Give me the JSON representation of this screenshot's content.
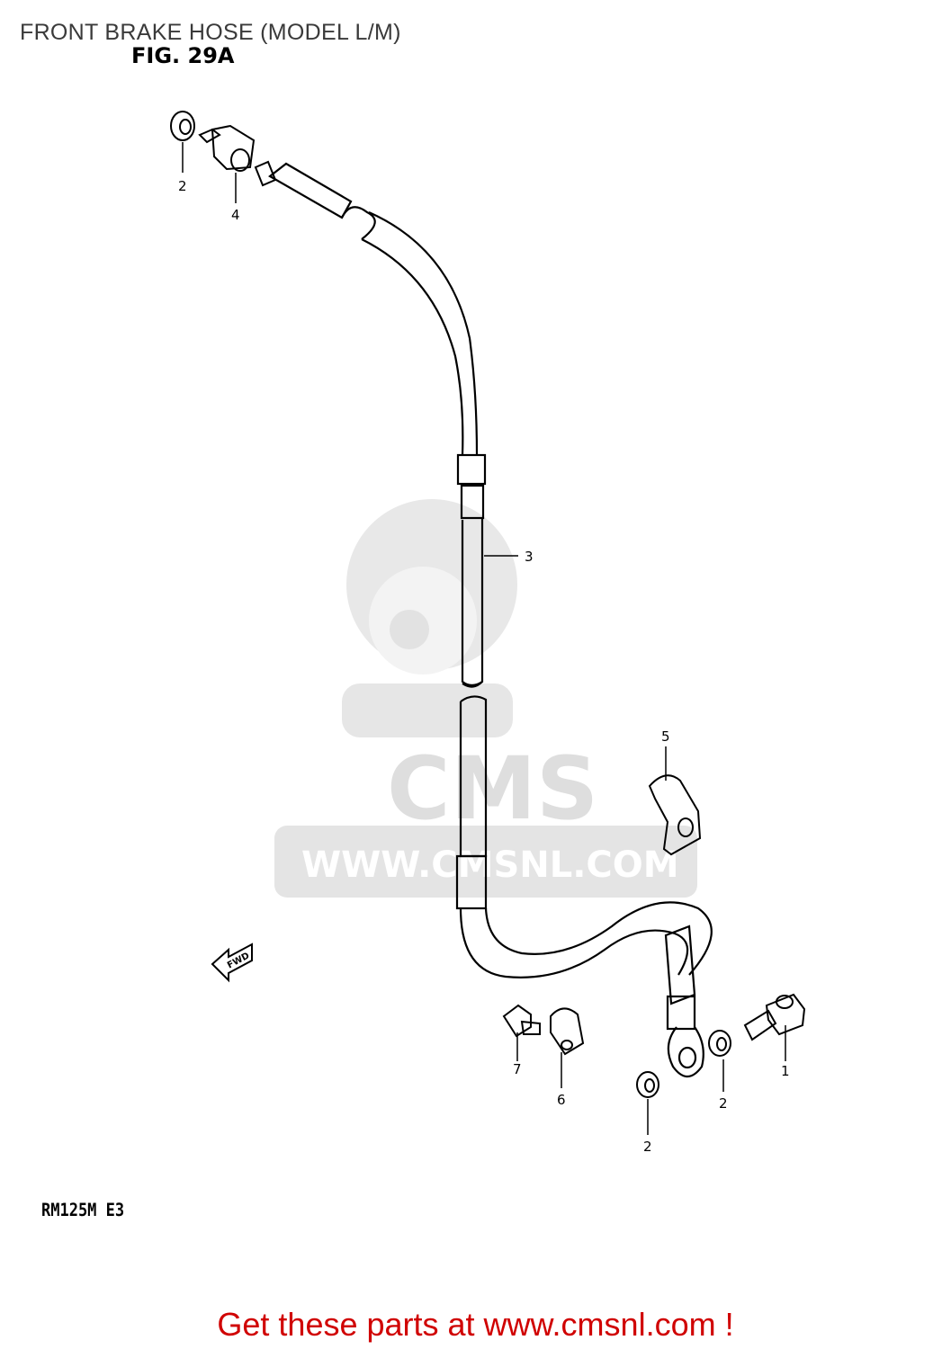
{
  "header": {
    "title": "FRONT BRAKE HOSE (MODEL L/M)",
    "figure": "FIG. 29A"
  },
  "watermark": {
    "brand": "CMS",
    "url": "WWW.CMSNL.COM",
    "color": "#dcdcdc"
  },
  "direction_label": "FWD",
  "callouts": [
    {
      "number": "2",
      "part": "washer (upper)"
    },
    {
      "number": "4",
      "part": "union bolt / fitting"
    },
    {
      "number": "3",
      "part": "brake hose"
    },
    {
      "number": "5",
      "part": "hose clamp"
    },
    {
      "number": "1",
      "part": "union bolt"
    },
    {
      "number": "2",
      "part": "washer"
    },
    {
      "number": "2",
      "part": "washer"
    },
    {
      "number": "6",
      "part": "clamp"
    },
    {
      "number": "7",
      "part": "bolt"
    }
  ],
  "model_code": "RM125M  E3",
  "footer": {
    "cta": "Get these parts at www.cmsnl.com !",
    "color": "#d00000"
  }
}
